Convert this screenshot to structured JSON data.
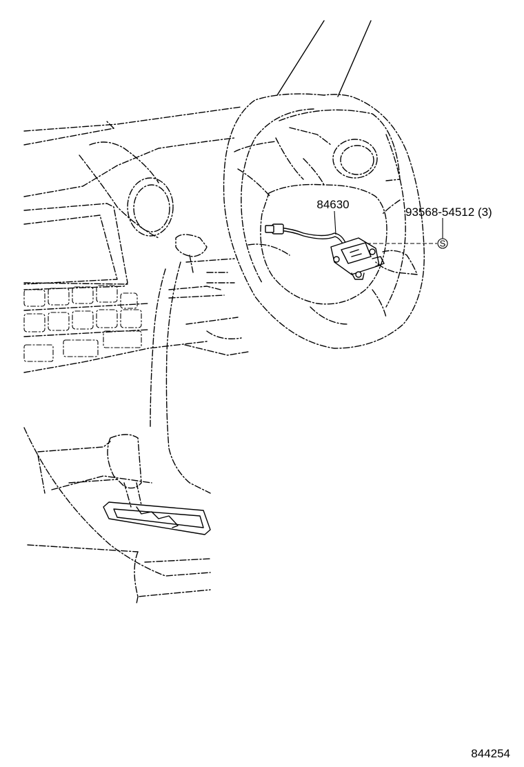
{
  "diagram": {
    "parts": [
      {
        "number": "84630"
      },
      {
        "number": "93568-54512 (3)"
      }
    ],
    "symbol": "S",
    "illustration_code": "844254"
  }
}
